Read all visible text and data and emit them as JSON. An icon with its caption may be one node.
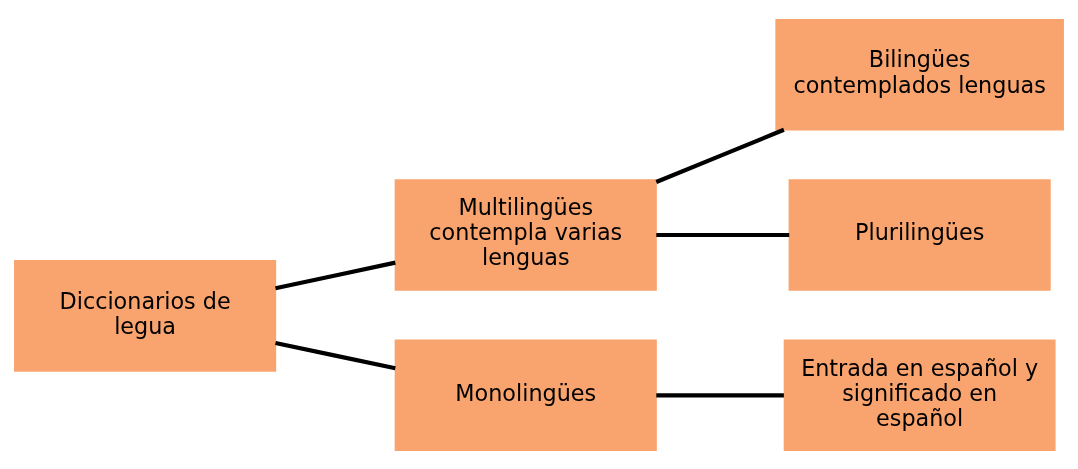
{
  "diagram": {
    "nodes": [
      {
        "text": [
          "Diccionarios de legua"
        ]
      },
      {
        "text": [
          "Multilingües contempla varias lenguas"
        ]
      },
      {
        "text": [
          "Monolingües"
        ]
      },
      {
        "text": [
          "Bilingües contemplados lenguas"
        ]
      },
      {
        "text": [
          "Plurilingües"
        ]
      },
      {
        "text": [
          "Entrada en español y significado en español"
        ]
      }
    ],
    "edges": [
      {
        "from": 0,
        "to": 1,
        "arrow": "none"
      },
      {
        "from": 0,
        "to": 2,
        "arrow": "none"
      },
      {
        "from": 1,
        "to": 3,
        "arrow": "none"
      },
      {
        "from": 1,
        "to": 4,
        "arrow": "none"
      },
      {
        "from": 2,
        "to": 5,
        "arrow": "none"
      }
    ]
  }
}
